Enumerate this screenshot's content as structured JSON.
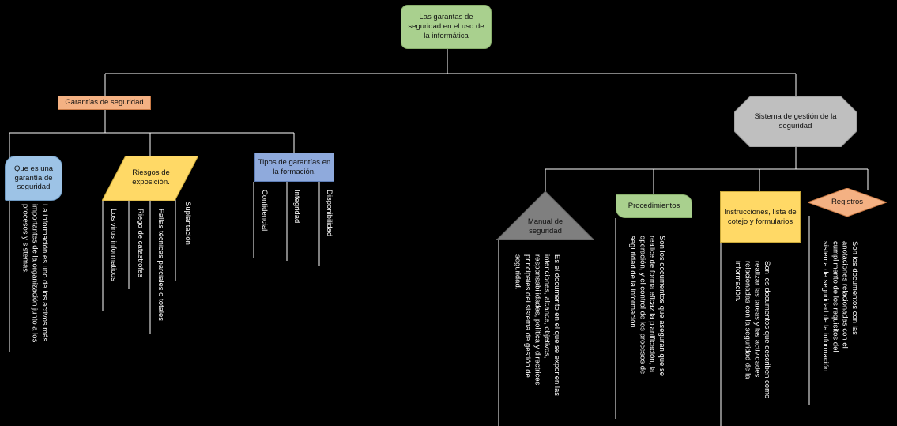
{
  "root": {
    "label": "Las garantas de seguridad en el uso de la informática",
    "color": "#a9d08e"
  },
  "left_branch": {
    "label": "Garantías de seguridad",
    "color": "#f4b183",
    "children": [
      {
        "label": "Que es una garantía de seguridad",
        "color": "#9dc3e6",
        "details": [
          "La información es uno de los activos más importantes de la organización junto a los procesos y sistemas."
        ]
      },
      {
        "label": "Riesgos de exposición.",
        "color": "#ffd966",
        "details": [
          "Los virus informaticos",
          "Riego de catastrofes",
          "Fallas técnicas parciales o totales",
          "Suplantación"
        ]
      },
      {
        "label": "Tipos de garantías en la formación.",
        "color": "#8faadc",
        "details": [
          "Confidencial",
          "Integridad",
          "Disponibilidad"
        ]
      }
    ]
  },
  "right_branch": {
    "label": "Sistema de gestión de la seguridad",
    "color": "#bfbfbf",
    "children": [
      {
        "label": "Manual de seguridad",
        "color": "#7f7f7f",
        "details": [
          "Es el documento en el que se exponen las intenciones, alcance, objetivos, responsabilidades, política y directrices principales del sistema de gestión de seguridad."
        ]
      },
      {
        "label": "Procedimientos",
        "color": "#a9d08e",
        "details": [
          "Son los documentos que aseguran que se realice de forma eficaz la planificación, la operación, y el control de los procesos de seguridad de la información"
        ]
      },
      {
        "label": "Instrucciones, lista de cotejo y formularios",
        "color": "#ffd966",
        "details": [
          "Son los documentos que describen como realizar las tareas y las actividades relacionadas con la seguridad de la información."
        ]
      },
      {
        "label": "Registros",
        "color": "#f4b183",
        "details": [
          "Son los documentos con las anotaciones relacionadas con el cumplimento de los requisitos del sistema de seguridad de la información"
        ]
      }
    ]
  }
}
